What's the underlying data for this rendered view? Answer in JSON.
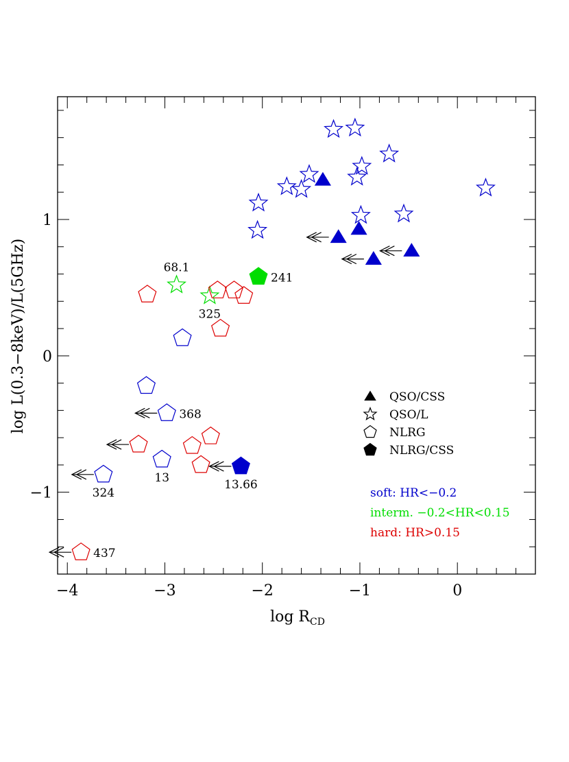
{
  "chart_data": {
    "type": "scatter",
    "xlabel_main": "log R",
    "xlabel_sub": "CD",
    "ylabel": "log L(0.3−8keV)/L(5GHz)",
    "xlim": [
      -4.1,
      0.8
    ],
    "ylim": [
      -1.6,
      1.9
    ],
    "xticks": [
      {
        "v": -4,
        "label": "−4"
      },
      {
        "v": -3,
        "label": "−3"
      },
      {
        "v": -2,
        "label": "−2"
      },
      {
        "v": -1,
        "label": "−1"
      },
      {
        "v": 0,
        "label": "0"
      }
    ],
    "yticks": [
      {
        "v": -1,
        "label": "−1"
      },
      {
        "v": 0,
        "label": "0"
      },
      {
        "v": 1,
        "label": "1"
      }
    ],
    "colors": {
      "soft": "#0000cc",
      "interm": "#00dd00",
      "hard": "#dd0000",
      "black": "#000000"
    },
    "points": [
      {
        "x": -1.27,
        "y": 1.66,
        "shape": "star",
        "cls": "soft",
        "filled": false
      },
      {
        "x": -1.05,
        "y": 1.67,
        "shape": "star",
        "cls": "soft",
        "filled": false
      },
      {
        "x": -0.7,
        "y": 1.48,
        "shape": "star",
        "cls": "soft",
        "filled": false
      },
      {
        "x": -0.98,
        "y": 1.39,
        "shape": "star",
        "cls": "soft",
        "filled": false
      },
      {
        "x": -1.52,
        "y": 1.33,
        "shape": "star",
        "cls": "soft",
        "filled": false
      },
      {
        "x": -1.03,
        "y": 1.31,
        "shape": "star",
        "cls": "soft",
        "filled": false
      },
      {
        "x": -1.75,
        "y": 1.24,
        "shape": "star",
        "cls": "soft",
        "filled": false
      },
      {
        "x": -1.6,
        "y": 1.22,
        "shape": "star",
        "cls": "soft",
        "filled": false
      },
      {
        "x": 0.29,
        "y": 1.23,
        "shape": "star",
        "cls": "soft",
        "filled": false
      },
      {
        "x": -2.04,
        "y": 1.12,
        "shape": "star",
        "cls": "soft",
        "filled": false
      },
      {
        "x": -0.99,
        "y": 1.03,
        "shape": "star",
        "cls": "soft",
        "filled": false
      },
      {
        "x": -0.55,
        "y": 1.04,
        "shape": "star",
        "cls": "soft",
        "filled": false
      },
      {
        "x": -2.05,
        "y": 0.92,
        "shape": "star",
        "cls": "soft",
        "filled": false
      },
      {
        "x": -1.38,
        "y": 1.29,
        "shape": "triangle",
        "cls": "soft",
        "filled": true
      },
      {
        "x": -1.22,
        "y": 0.87,
        "shape": "triangle",
        "cls": "soft",
        "filled": true,
        "limit": true
      },
      {
        "x": -1.01,
        "y": 0.93,
        "shape": "triangle",
        "cls": "soft",
        "filled": true
      },
      {
        "x": -0.86,
        "y": 0.71,
        "shape": "triangle",
        "cls": "soft",
        "filled": true,
        "limit": true
      },
      {
        "x": -0.47,
        "y": 0.77,
        "shape": "triangle",
        "cls": "soft",
        "filled": true,
        "limit": true
      },
      {
        "x": -2.88,
        "y": 0.52,
        "shape": "star",
        "cls": "interm",
        "filled": false,
        "label": "68.1",
        "labelPos": "above"
      },
      {
        "x": -2.54,
        "y": 0.44,
        "shape": "star",
        "cls": "interm",
        "filled": false,
        "label": "325",
        "labelPos": "below"
      },
      {
        "x": -2.04,
        "y": 0.58,
        "shape": "pentagon",
        "cls": "interm",
        "filled": true,
        "label": "241",
        "labelPos": "right"
      },
      {
        "x": -3.18,
        "y": 0.45,
        "shape": "pentagon",
        "cls": "hard",
        "filled": false
      },
      {
        "x": -2.46,
        "y": 0.48,
        "shape": "pentagon",
        "cls": "hard",
        "filled": false
      },
      {
        "x": -2.29,
        "y": 0.48,
        "shape": "pentagon",
        "cls": "hard",
        "filled": false
      },
      {
        "x": -2.19,
        "y": 0.44,
        "shape": "pentagon",
        "cls": "hard",
        "filled": false
      },
      {
        "x": -2.43,
        "y": 0.2,
        "shape": "pentagon",
        "cls": "hard",
        "filled": false
      },
      {
        "x": -2.82,
        "y": 0.13,
        "shape": "pentagon",
        "cls": "soft",
        "filled": false
      },
      {
        "x": -3.19,
        "y": -0.22,
        "shape": "pentagon",
        "cls": "soft",
        "filled": false
      },
      {
        "x": -2.98,
        "y": -0.42,
        "shape": "pentagon",
        "cls": "soft",
        "filled": false,
        "limit": true,
        "label": "368",
        "labelPos": "right"
      },
      {
        "x": -3.27,
        "y": -0.65,
        "shape": "pentagon",
        "cls": "hard",
        "filled": false,
        "limit": true
      },
      {
        "x": -2.72,
        "y": -0.66,
        "shape": "pentagon",
        "cls": "hard",
        "filled": false
      },
      {
        "x": -2.53,
        "y": -0.59,
        "shape": "pentagon",
        "cls": "hard",
        "filled": false
      },
      {
        "x": -2.63,
        "y": -0.8,
        "shape": "pentagon",
        "cls": "hard",
        "filled": false
      },
      {
        "x": -3.03,
        "y": -0.76,
        "shape": "pentagon",
        "cls": "soft",
        "filled": false,
        "label": "13",
        "labelPos": "below"
      },
      {
        "x": -2.22,
        "y": -0.81,
        "shape": "pentagon",
        "cls": "soft",
        "filled": true,
        "limit": true,
        "label": "13.66",
        "labelPos": "below"
      },
      {
        "x": -3.63,
        "y": -0.87,
        "shape": "pentagon",
        "cls": "soft",
        "filled": false,
        "limit": true,
        "label": "324",
        "labelPos": "below"
      },
      {
        "x": -3.86,
        "y": -1.44,
        "shape": "pentagon",
        "cls": "hard",
        "filled": false,
        "limit": true,
        "label": "437",
        "labelPos": "right"
      }
    ],
    "legend_symbols": [
      {
        "shape": "triangle",
        "filled": true,
        "label": "QSO/CSS"
      },
      {
        "shape": "star",
        "filled": false,
        "label": "QSO/L"
      },
      {
        "shape": "pentagon",
        "filled": false,
        "label": "NLRG"
      },
      {
        "shape": "pentagon",
        "filled": true,
        "label": "NLRG/CSS"
      }
    ],
    "legend_hr": [
      {
        "cls": "soft",
        "label": "soft: HR<−0.2"
      },
      {
        "cls": "interm",
        "label": "interm. −0.2<HR<0.15"
      },
      {
        "cls": "hard",
        "label": "hard: HR>0.15"
      }
    ],
    "legend_position": "lower-right"
  }
}
